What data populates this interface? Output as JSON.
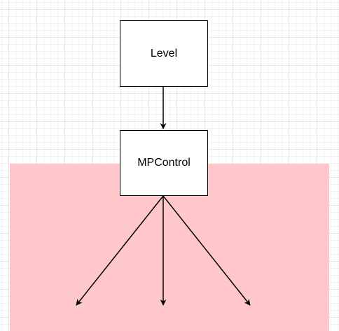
{
  "diagram": {
    "nodes": [
      {
        "id": "level",
        "label": "Level"
      },
      {
        "id": "mpcontrol",
        "label": "MPControl"
      }
    ],
    "edges": [
      {
        "from": "level",
        "to": "mpcontrol"
      },
      {
        "from": "mpcontrol",
        "to": null
      },
      {
        "from": "mpcontrol",
        "to": null
      },
      {
        "from": "mpcontrol",
        "to": null
      }
    ]
  },
  "colors": {
    "region_fill": "#ffc7ca",
    "node_fill": "#ffffff",
    "stroke": "#000000",
    "grid_major": "#e6e6e6",
    "grid_minor": "#f3f3f3"
  }
}
